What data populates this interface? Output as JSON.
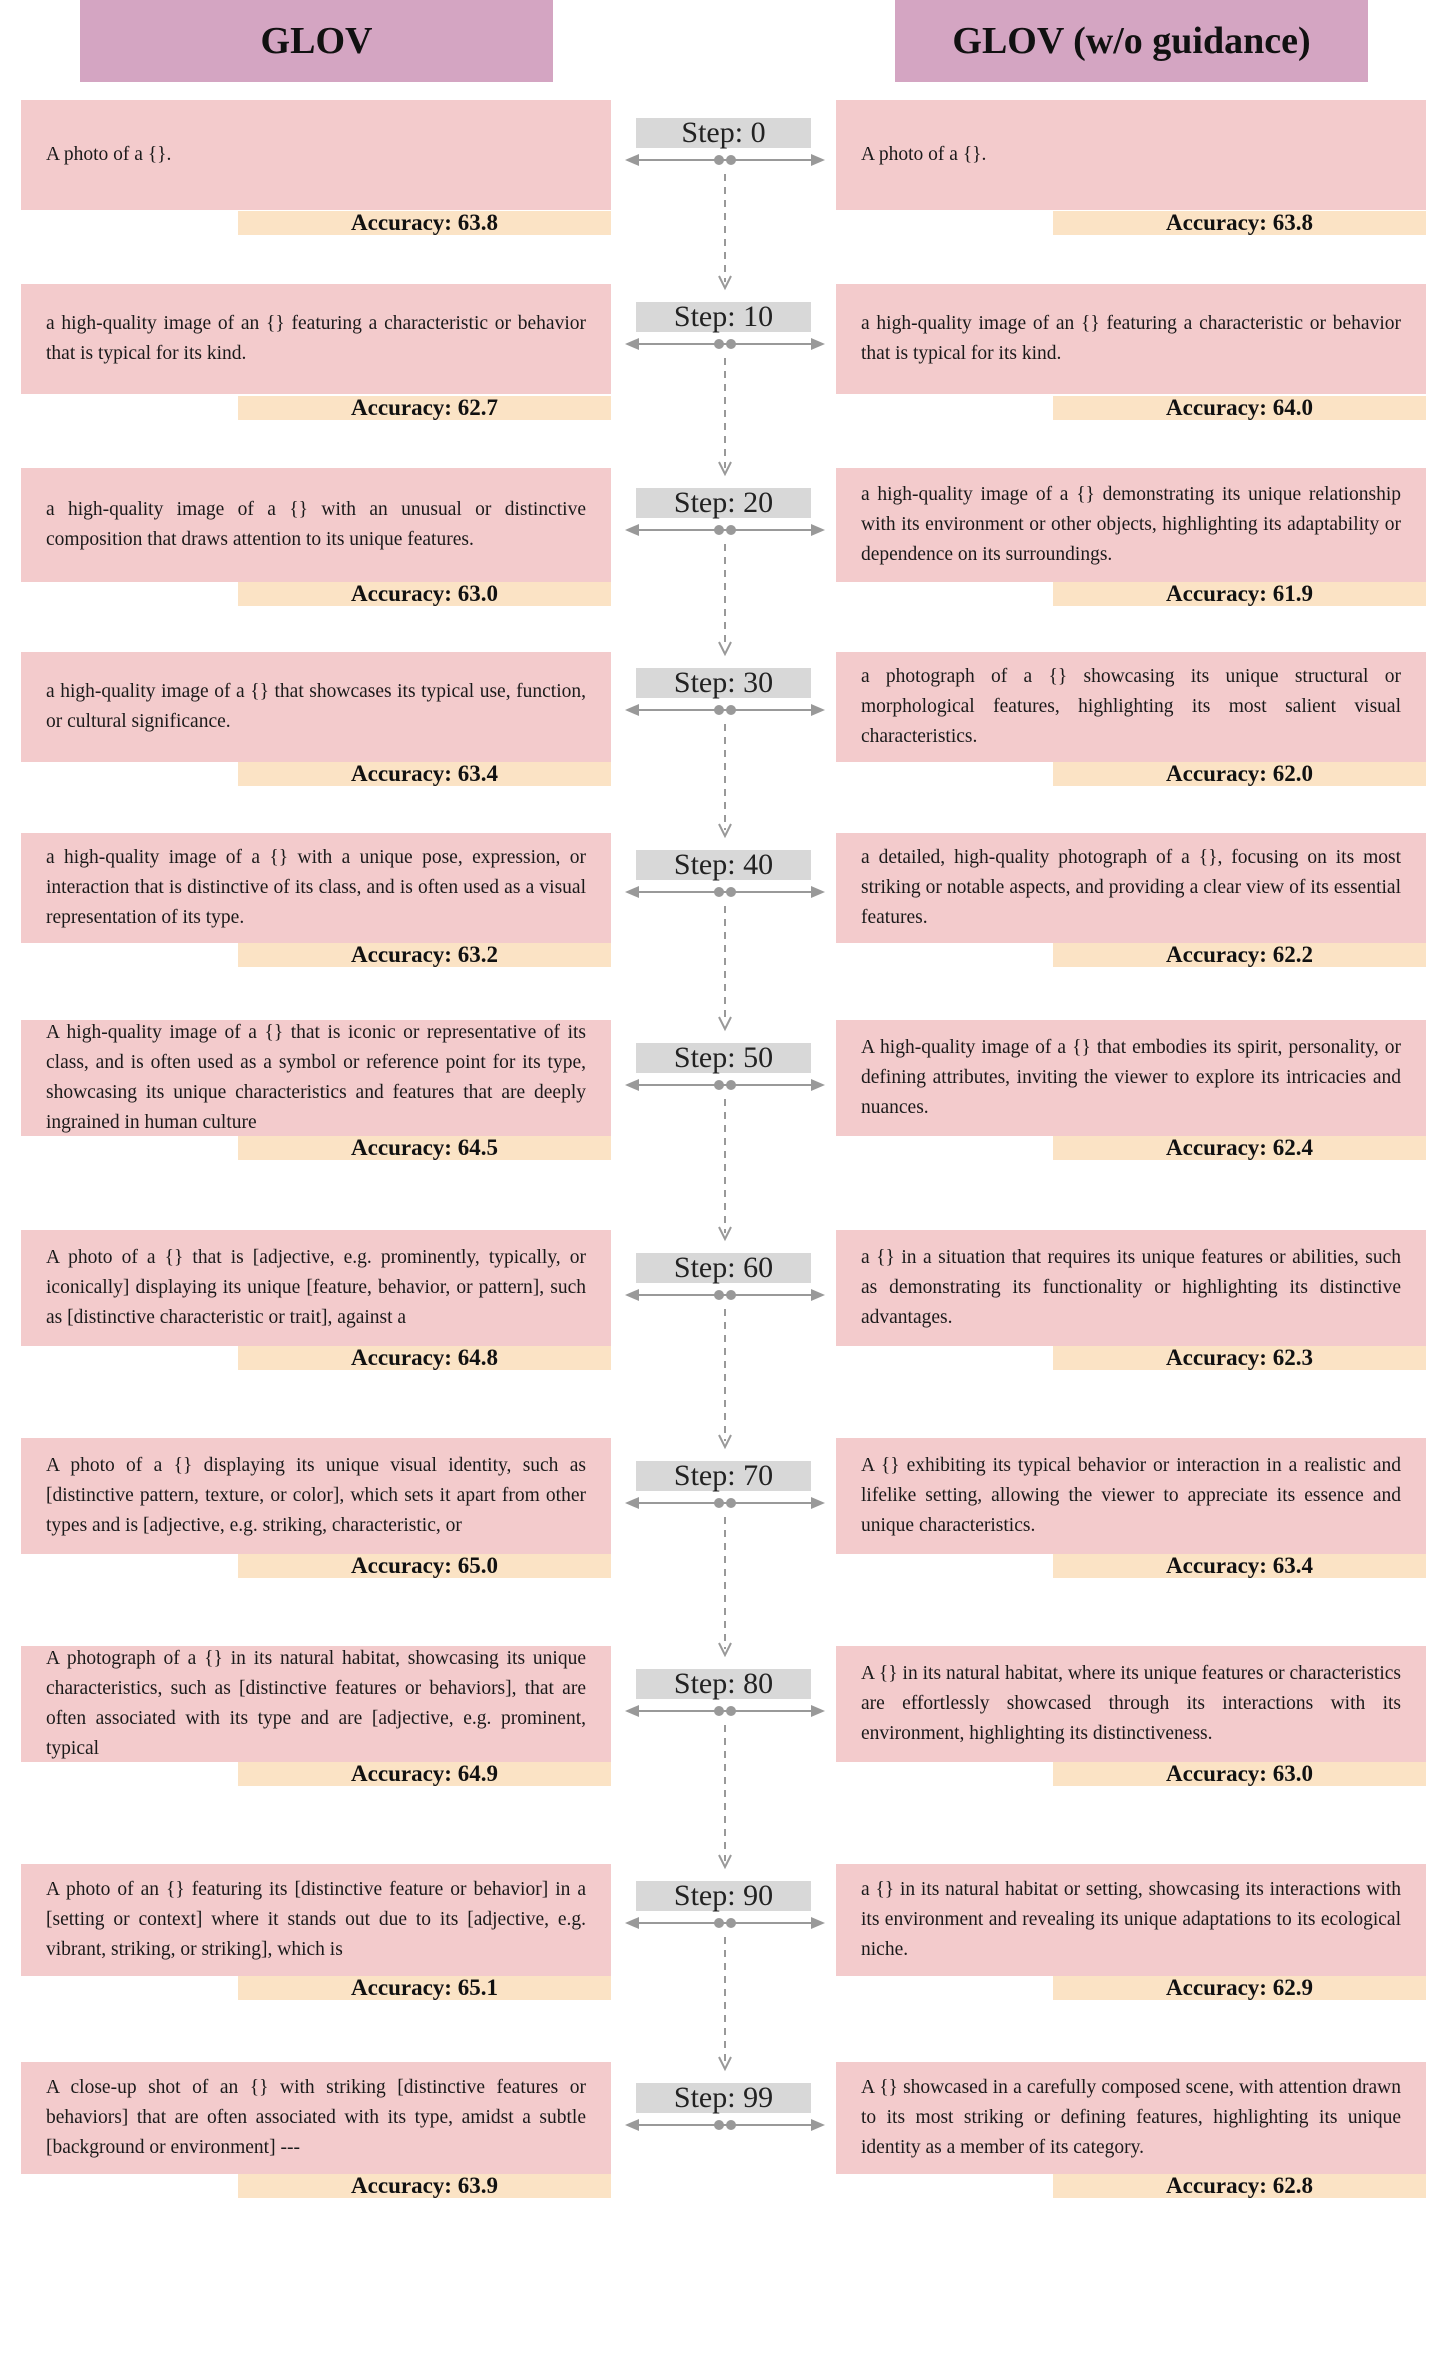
{
  "headers": {
    "left": "GLOV",
    "right": "GLOV (w/o guidance)"
  },
  "colors": {
    "header": "#d4a5c2",
    "prompt_box": "#f3cbcc",
    "accuracy_box": "#fbe3c5",
    "step_box": "#d8d8d8",
    "connector": "#999999"
  },
  "rows": [
    {
      "step": "Step: 0",
      "left": {
        "prompt": "A photo of a {}.",
        "accuracy": "Accuracy: 63.8"
      },
      "right": {
        "prompt": "A photo of a {}.",
        "accuracy": "Accuracy: 63.8"
      }
    },
    {
      "step": "Step: 10",
      "left": {
        "prompt": "a high-quality image of an {} featuring a characteristic or behavior that is typical for its kind.",
        "accuracy": "Accuracy: 62.7"
      },
      "right": {
        "prompt": "a high-quality image of an {} featuring a characteristic or behavior that is typical for its kind.",
        "accuracy": "Accuracy: 64.0"
      }
    },
    {
      "step": "Step: 20",
      "left": {
        "prompt": "a high-quality image of a {} with an unusual or distinctive composition that draws attention to its unique features.",
        "accuracy": "Accuracy: 63.0"
      },
      "right": {
        "prompt": "a high-quality image of a {} demonstrating its unique relationship with its environment or other objects, highlighting its adaptability or dependence on its surroundings.",
        "accuracy": "Accuracy: 61.9"
      }
    },
    {
      "step": "Step: 30",
      "left": {
        "prompt": "a high-quality image of a {} that showcases its typical use, function, or cultural significance.",
        "accuracy": "Accuracy: 63.4"
      },
      "right": {
        "prompt": "a photograph of a {} showcasing its unique structural or morphological features, highlighting its most salient visual characteristics.",
        "accuracy": "Accuracy: 62.0"
      }
    },
    {
      "step": "Step: 40",
      "left": {
        "prompt": "a high-quality image of a {} with a unique pose, expression, or interaction that is distinctive of its class, and is often used as a visual representation of its type.",
        "accuracy": "Accuracy: 63.2"
      },
      "right": {
        "prompt": "a detailed, high-quality photograph of a {}, focusing on its most striking or notable aspects, and providing a clear view of its essential features.",
        "accuracy": "Accuracy: 62.2"
      }
    },
    {
      "step": "Step: 50",
      "left": {
        "prompt": "A high-quality image of a {} that is iconic or representative of its class, and is often used as a symbol or reference point for its type, showcasing its unique characteristics and features that are deeply ingrained in human culture",
        "accuracy": "Accuracy: 64.5"
      },
      "right": {
        "prompt": "A high-quality image of a {} that embodies its spirit, personality, or defining attributes, inviting the viewer to explore its intricacies and nuances.",
        "accuracy": "Accuracy: 62.4"
      }
    },
    {
      "step": "Step: 60",
      "left": {
        "prompt": "A photo of a {} that is [adjective, e.g. prominently, typically, or iconically] displaying its unique [feature, behavior, or pattern], such as [distinctive characteristic or trait], against a",
        "accuracy": "Accuracy: 64.8"
      },
      "right": {
        "prompt": "a {} in a situation that requires its unique features or abilities, such as demonstrating its functionality or highlighting its distinctive advantages.",
        "accuracy": "Accuracy: 62.3"
      }
    },
    {
      "step": "Step: 70",
      "left": {
        "prompt": "A photo of a {} displaying its unique visual identity, such as [distinctive pattern, texture, or color], which sets it apart from other types and is [adjective, e.g. striking, characteristic, or",
        "accuracy": "Accuracy: 65.0"
      },
      "right": {
        "prompt": "A {} exhibiting its typical behavior or interaction in a realistic and lifelike setting, allowing the viewer to appreciate its essence and unique characteristics.",
        "accuracy": "Accuracy: 63.4"
      }
    },
    {
      "step": "Step: 80",
      "left": {
        "prompt": "A photograph of a {} in its natural habitat, showcasing its unique characteristics, such as [distinctive features or behaviors], that are often associated with its type and are [adjective, e.g. prominent, typical",
        "accuracy": "Accuracy: 64.9"
      },
      "right": {
        "prompt": "A {} in its natural habitat, where its unique features or characteristics are effortlessly showcased through its interactions with its environment, highlighting its distinctiveness.",
        "accuracy": "Accuracy: 63.0"
      }
    },
    {
      "step": "Step: 90",
      "left": {
        "prompt": "A photo of an {} featuring its [distinctive feature or behavior] in a [setting or context] where it stands out due to its [adjective, e.g. vibrant, striking, or striking], which is",
        "accuracy": "Accuracy: 65.1"
      },
      "right": {
        "prompt": "a {} in its natural habitat or setting, showcasing its interactions with its environment and revealing its unique adaptations to its ecological niche.",
        "accuracy": "Accuracy: 62.9"
      }
    },
    {
      "step": "Step: 99",
      "left": {
        "prompt": "A close-up shot of an {} with striking [distinctive features or behaviors] that are often associated with its type, amidst a subtle [background or environment] ---",
        "accuracy": "Accuracy: 63.9"
      },
      "right": {
        "prompt": "A {} showcased in a carefully composed scene, with attention drawn to its most striking or defining features, highlighting its unique identity as a member of its category.",
        "accuracy": "Accuracy: 62.8"
      }
    }
  ]
}
